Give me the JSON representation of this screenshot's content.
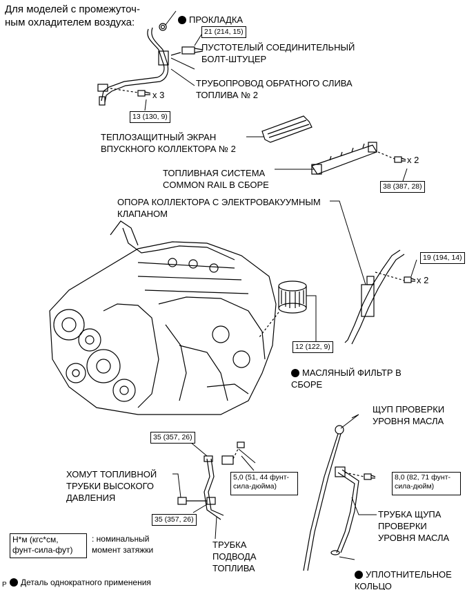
{
  "header_note": "Для моделей с промежуточ-\nным охладителем воздуха:",
  "callouts": {
    "gasket": "ПРОКЛАДКА",
    "union_bolt": "ПУСТОТЕЛЫЙ СОЕДИНИТЕЛЬНЫЙ\nБОЛТ-ШТУЦЕР",
    "return_pipe": "ТРУБОПРОВОД ОБРАТНОГО СЛИВА\nТОПЛИВА № 2",
    "heat_shield": "ТЕПЛОЗАЩИТНЫЙ ЭКРАН\nВПУСКНОГО КОЛЛЕКТОРА № 2",
    "common_rail": "ТОПЛИВНАЯ СИСТЕМА\nCOMMON RAIL В СБОРЕ",
    "manifold_stay": "ОПОРА КОЛЛЕКТОРА С ЭЛЕКТРОВАКУУМНЫМ\nКЛАПАНОМ",
    "oil_filter": "МАСЛЯНЫЙ ФИЛЬТР В\nСБОРЕ",
    "dipstick": "ЩУП ПРОВЕРКИ\nУРОВНЯ МАСЛА",
    "clamp": "ХОМУТ ТОПЛИВНОЙ\nТРУБКИ ВЫСОКОГО\nДАВЛЕНИЯ",
    "dipstick_guide": "ТРУБКА ЩУПА\nПРОВЕРКИ\nУРОВНЯ МАСЛА",
    "inlet_pipe": "ТРУБКА\nПОДВОДА\nТОПЛИВА",
    "o_ring": "УПЛОТНИТЕЛЬНОЕ\nКОЛЬЦО"
  },
  "torques": {
    "t21": "21 (214, 15)",
    "t13": "13 (130, 9)",
    "t38": "38 (387, 28)",
    "t19": "19 (194, 14)",
    "t12": "12 (122, 9)",
    "t35a": "35 (357, 26)",
    "t35b": "35 (357, 26)",
    "t5": "5,0 (51, 44 фунт-\nсила-дюйма)",
    "t8": "8,0 (82, 71 фунт-\nсила-дюйм)"
  },
  "multipliers": {
    "x3": "x 3",
    "x2_rail": "x 2",
    "x2_stay": "x 2"
  },
  "legend": {
    "torque_units": "Н*м (кгс*см,\nфунт-сила-фут)",
    "torque_desc": ": номинальный\nмомент затяжки",
    "non_reusable": "Деталь однократного применения"
  },
  "page_code": "P"
}
